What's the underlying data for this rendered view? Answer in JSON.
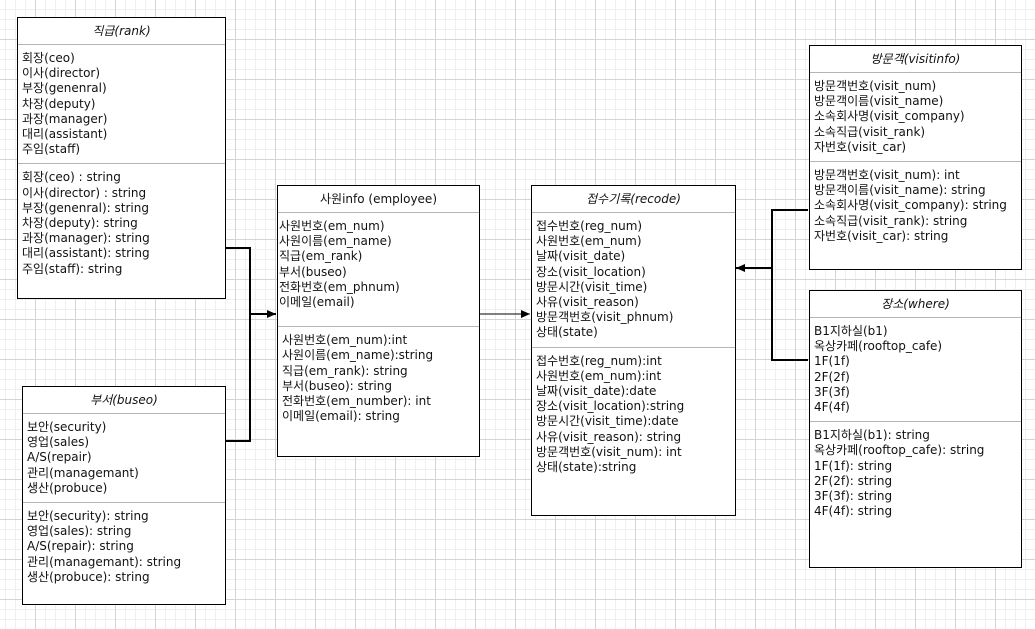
{
  "rank": {
    "title": "직급(rank)",
    "names": [
      "회장(ceo)",
      "이사(director)",
      "부장(genenral)",
      "차장(deputy)",
      "과장(manager)",
      "대리(assistant)",
      "주임(staff)"
    ],
    "types": [
      "회장(ceo) : string",
      "이사(director) : string",
      "부장(genenral): string",
      "차장(deputy): string",
      "과장(manager): string",
      "대리(assistant): string",
      "주임(staff): string"
    ]
  },
  "buseo": {
    "title": "부서(buseo)",
    "names": [
      "보안(security)",
      "영업(sales)",
      "A/S(repair)",
      "관리(managemant)",
      "생산(probuce)"
    ],
    "types": [
      "보안(security): string",
      "영업(sales): string",
      "A/S(repair): string",
      "관리(managemant): string",
      "생산(probuce): string"
    ]
  },
  "employee": {
    "title": "사원info (employee)",
    "names": [
      "사원번호(em_num)",
      "사원이름(em_name)",
      "직급(em_rank)",
      "부서(buseo)",
      "전화번호(em_phnum)",
      "이메일(email)"
    ],
    "types": [
      "사원번호(em_num):int",
      "사원이름(em_name):string",
      "직급(em_rank): string",
      "부서(buseo): string",
      "전화번호(em_number): int",
      "이메일(email): string"
    ]
  },
  "recode": {
    "title": "접수기록(recode)",
    "names": [
      "접수번호(reg_num)",
      "사원번호(em_num)",
      "날짜(visit_date)",
      "장소(visit_location)",
      "방문시간(visit_time)",
      "사유(visit_reason)",
      "방문객번호(visit_phnum)",
      "상태(state)"
    ],
    "types": [
      "접수번호(reg_num):int",
      "사원번호(em_num):int",
      "날짜(visit_date):date",
      "장소(visit_location):string",
      "방문시간(visit_time):date",
      "사유(visit_reason): string",
      "방문객번호(visit_num): int",
      "상태(state):string"
    ]
  },
  "visitinfo": {
    "title": "방문객(visitinfo)",
    "names": [
      "방문객번호(visit_num)",
      "방문객이름(visit_name)",
      "소속회사명(visit_company)",
      "소속직급(visit_rank)",
      "자번호(visit_car)"
    ],
    "types": [
      "방문객번호(visit_num): int",
      "방문객이름(visit_name): string",
      "소속회사명(visit_company): string",
      "소속직급(visit_rank): string",
      "자번호(visit_car): string"
    ]
  },
  "where": {
    "title": "장소(where)",
    "names": [
      "B1지하실(b1)",
      "옥상카페(rooftop_cafe)",
      "1F(1f)",
      "2F(2f)",
      "3F(3f)",
      "4F(4f)"
    ],
    "types": [
      "B1지하실(b1): string",
      "옥상카페(rooftop_cafe): string",
      "1F(1f): string",
      "2F(2f): string",
      "3F(3f): string",
      "4F(4f): string"
    ]
  }
}
